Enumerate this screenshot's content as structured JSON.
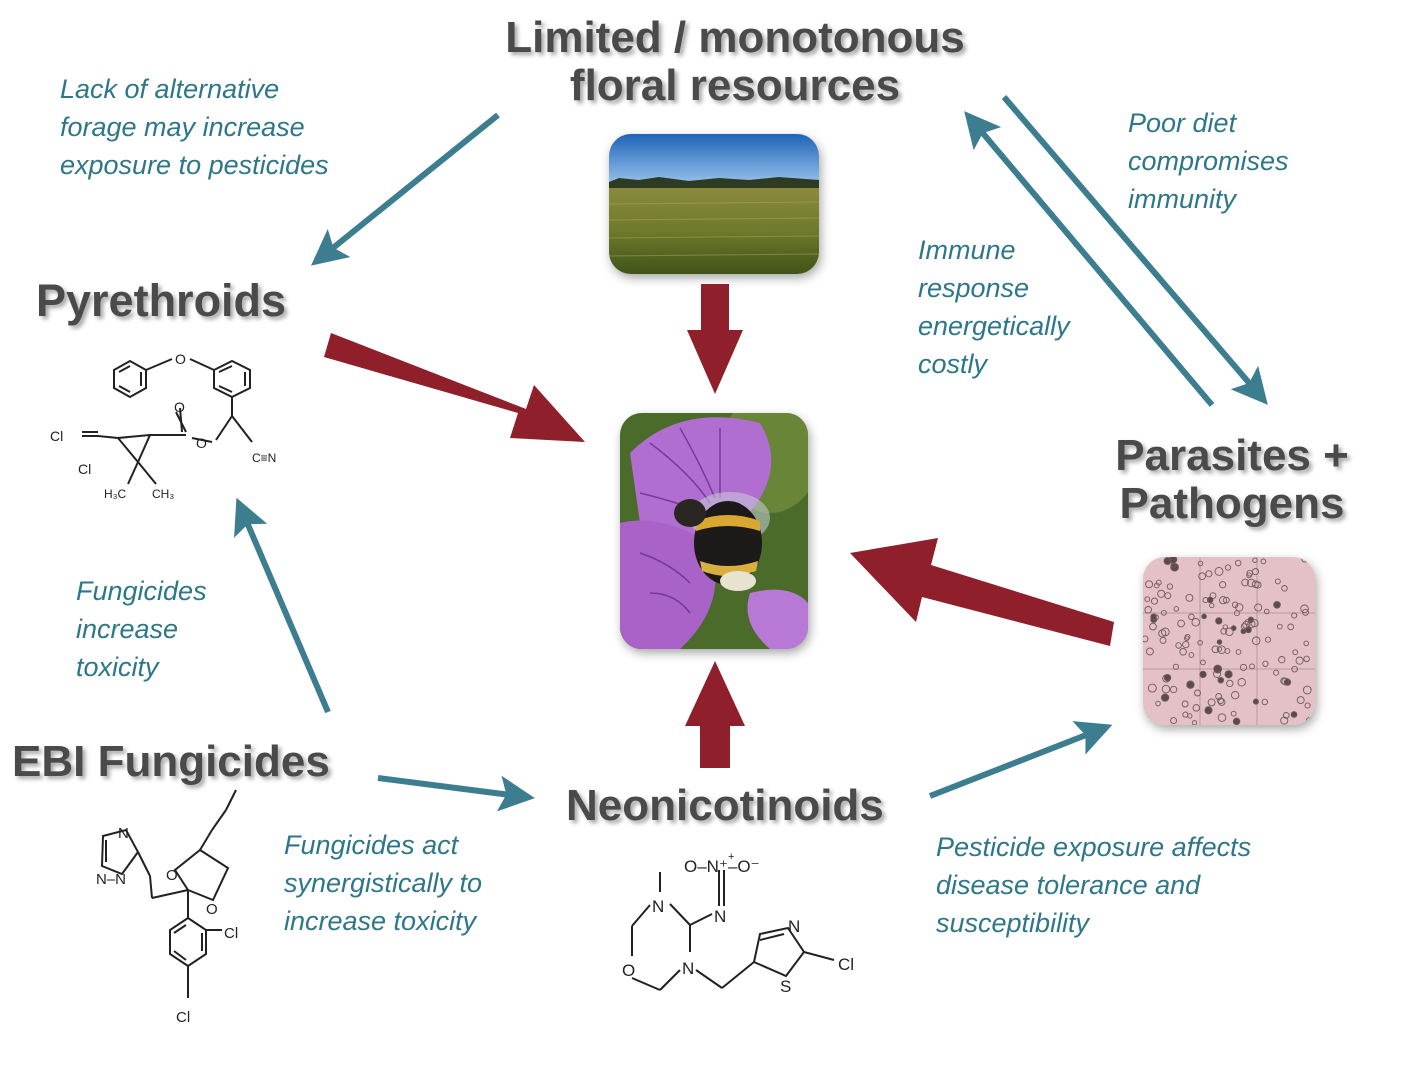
{
  "headings": {
    "floral_line1": "Limited / monotonous",
    "floral_line2": "floral resources",
    "pyrethroids": "Pyrethroids",
    "parasites_line1": "Parasites +",
    "parasites_line2": "Pathogens",
    "ebi_fungicides": "EBI Fungicides",
    "neonicotinoids": "Neonicotinoids"
  },
  "notes": {
    "forage": [
      "Lack of alternative",
      "forage may increase",
      "exposure to pesticides"
    ],
    "poor_diet": [
      "Poor diet",
      "compromises",
      "immunity"
    ],
    "immune": [
      "Immune",
      "response",
      "energetically",
      "costly"
    ],
    "fungicides_toxicity": [
      "Fungicides",
      "increase",
      "toxicity"
    ],
    "synergy": [
      "Fungicides act",
      "synergistically to",
      "increase toxicity"
    ],
    "disease": [
      "Pesticide exposure affects",
      "disease tolerance and",
      "susceptibility"
    ]
  },
  "molecules": {
    "pyrethroid": {
      "o_top": "O",
      "o_carbonyl": "O",
      "o_ester": "O",
      "cl1": "Cl",
      "cl2": "Cl",
      "h3c": "H₃C",
      "ch3": "CH₃",
      "cn": "C≡N"
    },
    "ebi": {
      "n1": "N",
      "n2": "N–N",
      "o1": "O",
      "o2": "O",
      "cl1": "Cl",
      "cl2": "Cl"
    },
    "neonic": {
      "nitro": "O–N⁺–O⁻",
      "nitro_plus": "+",
      "n_eq": "N",
      "n_me": "N",
      "n_ring": "N",
      "o_ring": "O",
      "s": "S",
      "n_thz": "N",
      "cl": "Cl"
    }
  },
  "colors": {
    "teal_arrow": "#3c7d8f",
    "red_arrow": "#8f1f2a",
    "note_text": "#2e7789",
    "heading_text": "#4a4a4a"
  }
}
